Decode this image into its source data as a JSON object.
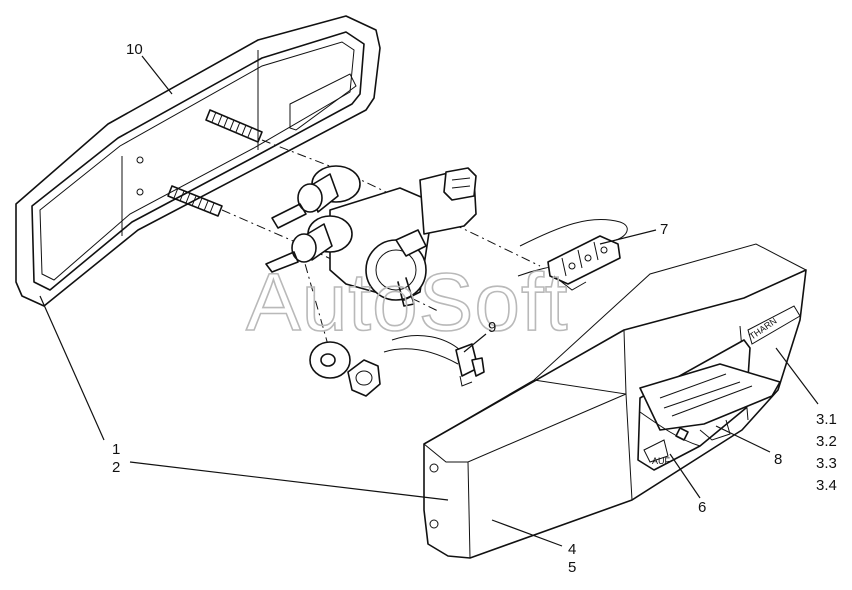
{
  "watermark": "AutoSoft",
  "callouts": {
    "c10": "10",
    "c7": "7",
    "c9": "9",
    "c1": "1",
    "c2": "2",
    "c3_1": "3.1",
    "c3_2": "3.2",
    "c3_3": "3.3",
    "c3_4": "3.4",
    "c8": "8",
    "c6": "6",
    "c4": "4",
    "c5": "5"
  },
  "part_marks": {
    "lamp_brand": "THARN",
    "bulb_mark": "AUF"
  }
}
